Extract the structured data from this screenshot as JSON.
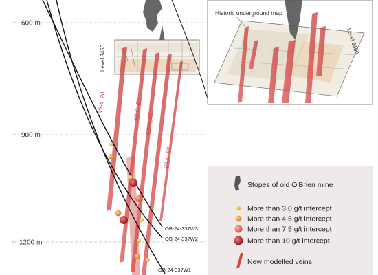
{
  "depth_labels": [
    "600 m",
    "900 m",
    "1200 m"
  ],
  "level_label": "Level 3450",
  "vein_labels": [
    "V3-S_20",
    "V3-C_03",
    "V3-N_02",
    "V3-N_03"
  ],
  "drillhole_labels": [
    "OB-24-337W3",
    "OB-24-337W2",
    "OB-24-337W1"
  ],
  "inset": {
    "map_label": "Historic underground map",
    "level_label": "Level 3450"
  },
  "legend": {
    "stopes": "Stopes of old O'Brien mine",
    "intercepts": [
      {
        "label": "More than 3.0 g/t intercept",
        "color": "#e8b830"
      },
      {
        "label": "More than 4.5 g/t intercept",
        "color": "#ee9a3a"
      },
      {
        "label": "More than 7.5 g/t intercept",
        "color": "#e56a45"
      },
      {
        "label": "More than 10 g/t intercept",
        "color": "#c0282c"
      }
    ],
    "veins": "New modelled veins"
  },
  "colors": {
    "vein": "#d64545",
    "legend_bg": "#eeeaea",
    "drill": "#111111"
  }
}
